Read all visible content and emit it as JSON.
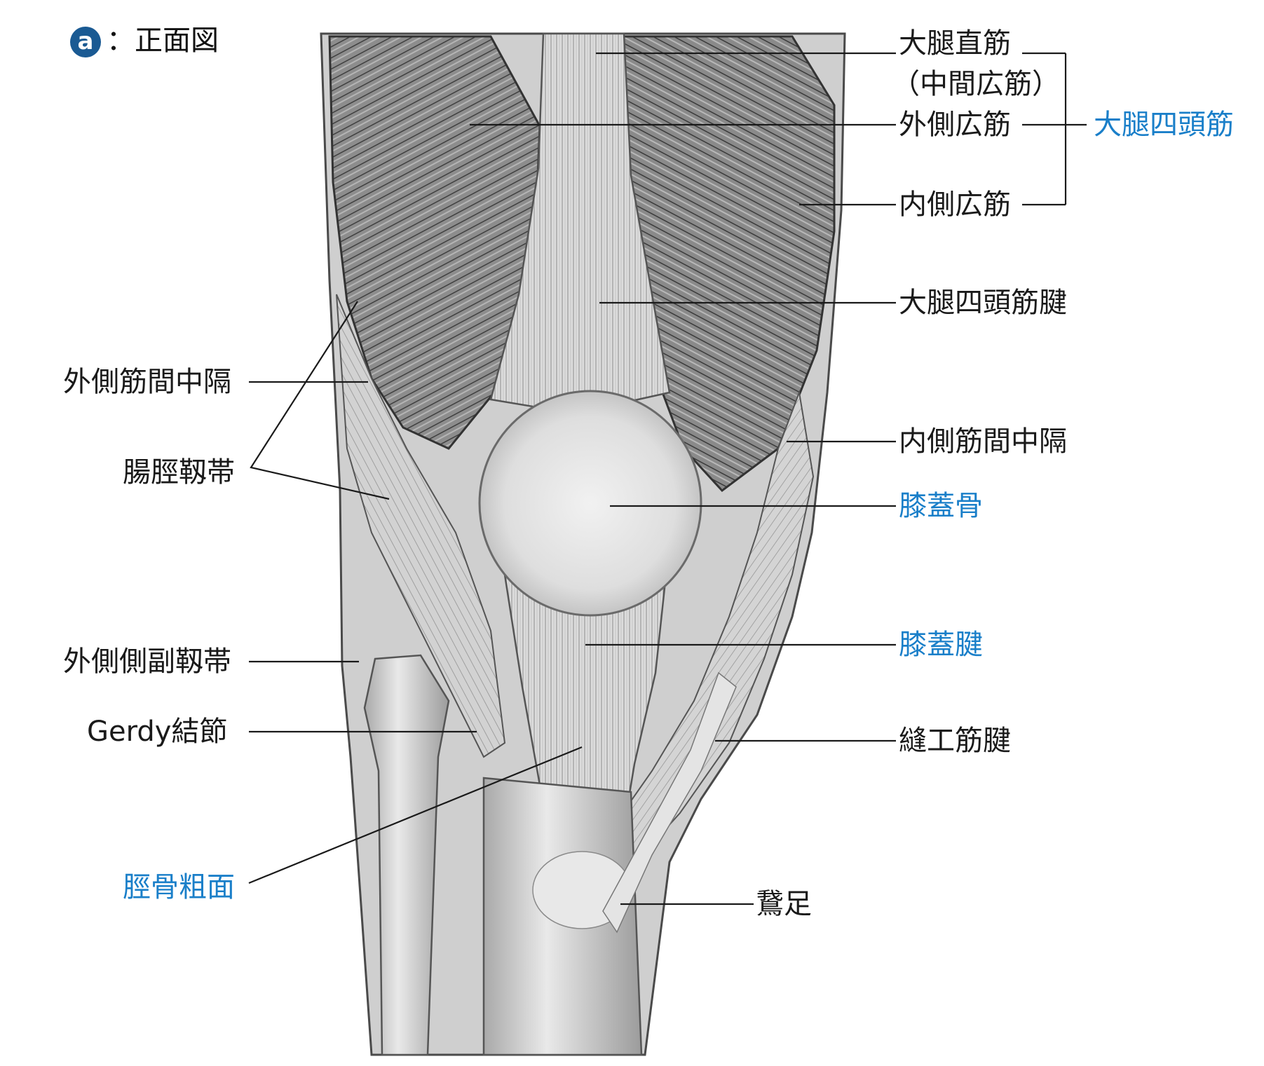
{
  "header": {
    "badge": "a",
    "title": "：正面図"
  },
  "labels": {
    "rectus_femoris": "大腿直筋",
    "vastus_intermedius": "（中間広筋）",
    "vastus_lateralis": "外側広筋",
    "quadriceps": "大腿四頭筋",
    "vastus_medialis": "内側広筋",
    "quadriceps_tendon": "大腿四頭筋腱",
    "lateral_septum": "外側筋間中隔",
    "it_band": "腸脛靱帯",
    "medial_septum": "内側筋間中隔",
    "patella": "膝蓋骨",
    "patellar_tendon": "膝蓋腱",
    "lcl": "外側側副靱帯",
    "gerdy": "Gerdy結節",
    "sartorius_tendon": "縫工筋腱",
    "tibial_tuberosity": "脛骨粗面",
    "pes_anserinus": "鵞足"
  },
  "colors": {
    "accent": "#1a7fc9",
    "line": "#1a1a1a",
    "badge": "#1a5a93"
  }
}
